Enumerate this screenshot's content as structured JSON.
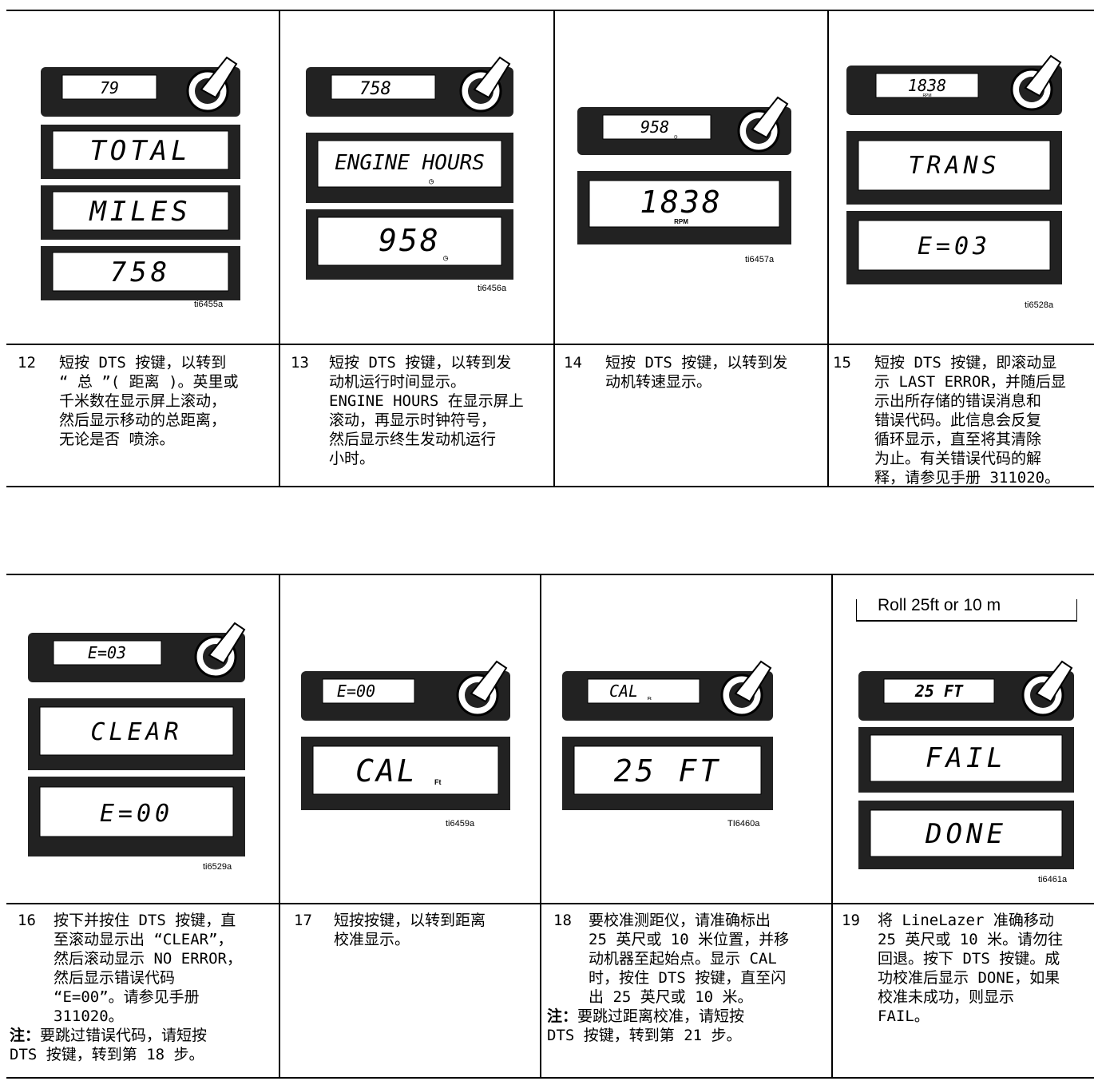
{
  "rows": [
    {
      "steps": [
        {
          "num": "12",
          "lcd_top": "79",
          "panels": [
            "TOTAL",
            "MILES",
            "758"
          ],
          "fig_id": "ti6455a",
          "lines": [
            "短按 DTS 按键，以转到",
            "“ 总 ”( 距离 )。英里或",
            "千米数在显示屏上滚动，",
            "然后显示移动的总距离，",
            "无论是否 喷涂。"
          ]
        },
        {
          "num": "13",
          "lcd_top": "758",
          "panels": [
            "ENGINE HOURS",
            "958"
          ],
          "fig_id": "ti6456a",
          "lines": [
            "短按 DTS 按键，以转到发",
            "动机运行时间显示。",
            "ENGINE HOURS 在显示屏上",
            "滚动，再显示时钟符号，",
            "然后显示终生发动机运行",
            "小时。"
          ]
        },
        {
          "num": "14",
          "lcd_top": "958",
          "panels": [
            "1838"
          ],
          "panel_sub": "RPM",
          "fig_id": "ti6457a",
          "lines": [
            "短按 DTS 按键，以转到发",
            "动机转速显示。"
          ]
        },
        {
          "num": "15",
          "lcd_top": "1838",
          "lcd_sub": "RPM",
          "panels": [
            "TRANS",
            "E=03"
          ],
          "fig_id": "ti6528a",
          "lines": [
            "短按 DTS 按键，即滚动显",
            "示 LAST ERROR，并随后显",
            "示出所存储的错误消息和",
            "错误代码。此信息会反复",
            "循环显示，直至将其清除",
            "为止。有关错误代码的解",
            "释，请参见手册 311020。"
          ]
        }
      ]
    },
    {
      "steps": [
        {
          "num": "16",
          "lcd_top": "E=03",
          "panels": [
            "CLEAR",
            "E=00"
          ],
          "fig_id": "ti6529a",
          "lines": [
            "按下并按住 DTS 按键，直",
            "至滚动显示出 “CLEAR”，",
            "然后滚动显示 NO ERROR，",
            "然后显示错误代码",
            "“E=00”。请参见手册",
            "311020。"
          ],
          "note_label": "注：",
          "note_lines": [
            "要跳过错误代码，请短按",
            "DTS 按键，转到第 18 步。"
          ]
        },
        {
          "num": "17",
          "lcd_top": "E=00",
          "panels": [
            "CAL"
          ],
          "panel_sub": "Ft",
          "fig_id": "ti6459a",
          "lines": [
            "短按按键，以转到距离",
            "校准显示。"
          ]
        },
        {
          "num": "18",
          "lcd_top": "CAL",
          "lcd_sub": "Ft",
          "panels": [
            "25 FT"
          ],
          "fig_id": "TI6460a",
          "lines": [
            "要校准测距仪，请准确标出",
            "25 英尺或 10 米位置，并移",
            "动机器至起始点。显示 CAL",
            "时，按住 DTS 按键，直至闪",
            "出 25 英尺或 10 米。"
          ],
          "note_label": "注：",
          "note_lines": [
            "要跳过距离校准，请短按",
            "DTS 按键，转到第 21 步。"
          ]
        },
        {
          "num": "19",
          "caption": "Roll 25ft or 10 m",
          "lcd_top": "25 FT",
          "panels": [
            "FAIL",
            "DONE"
          ],
          "fig_id": "ti6461a",
          "lines": [
            "将 LineLazer 准确移动",
            "25 英尺或 10 米。请勿往",
            "回退。按下 DTS 按键。成",
            "功校准后显示 DONE，如果",
            "校准未成功，则显示",
            "FAIL。"
          ]
        }
      ]
    }
  ]
}
